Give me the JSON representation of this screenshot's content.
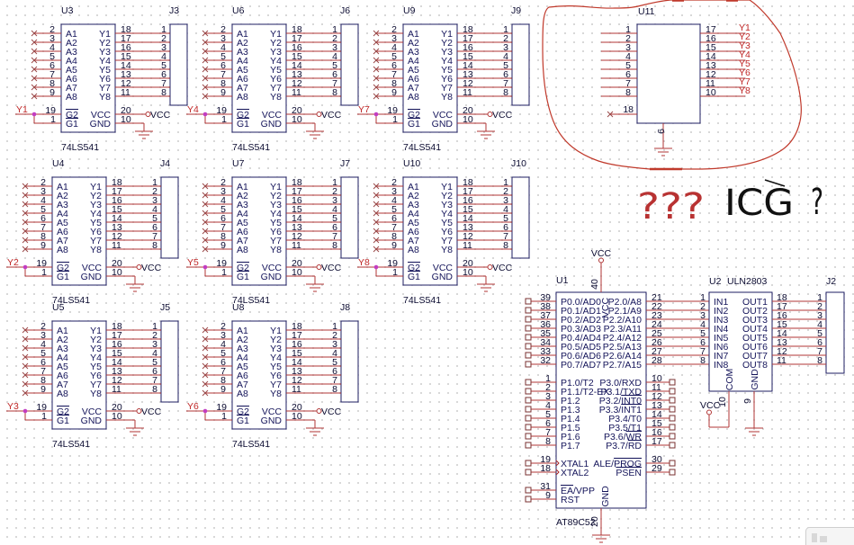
{
  "document": {
    "kind": "schematic-sheet"
  },
  "colors": {
    "wire": "#b03434",
    "component_outline": "#1c1c62",
    "net_label": "#c02828",
    "junction": "#c23cc2",
    "annotation_red": "#c0392b",
    "annotation_black": "#111111"
  },
  "buffer_part": {
    "part_name": "74LS541",
    "inputs": [
      {
        "pin": "2",
        "name": "A1"
      },
      {
        "pin": "3",
        "name": "A2"
      },
      {
        "pin": "4",
        "name": "A3"
      },
      {
        "pin": "5",
        "name": "A4"
      },
      {
        "pin": "6",
        "name": "A5"
      },
      {
        "pin": "7",
        "name": "A6"
      },
      {
        "pin": "8",
        "name": "A7"
      },
      {
        "pin": "9",
        "name": "A8"
      }
    ],
    "outputs": [
      {
        "pin": "18",
        "name": "Y1"
      },
      {
        "pin": "17",
        "name": "Y2"
      },
      {
        "pin": "16",
        "name": "Y3"
      },
      {
        "pin": "15",
        "name": "Y4"
      },
      {
        "pin": "14",
        "name": "Y5"
      },
      {
        "pin": "13",
        "name": "Y6"
      },
      {
        "pin": "12",
        "name": "Y7"
      },
      {
        "pin": "11",
        "name": "Y8"
      }
    ],
    "enables": [
      {
        "pin": "19",
        "name_parts": [
          {
            "text": "G2",
            "overbar": true
          }
        ]
      },
      {
        "pin": "1",
        "name_parts": [
          {
            "text": "G1",
            "overbar": true
          }
        ]
      }
    ],
    "vcc": {
      "pin": "20",
      "name": "VCC"
    },
    "gnd": {
      "pin": "10",
      "name": "GND"
    },
    "power_port": "VCC",
    "connector_pins": [
      "1",
      "2",
      "3",
      "4",
      "5",
      "6",
      "7",
      "8"
    ]
  },
  "buffers": [
    {
      "ref": "U3",
      "connector": "J3",
      "enable_net": "Y1"
    },
    {
      "ref": "U6",
      "connector": "J6",
      "enable_net": "Y4"
    },
    {
      "ref": "U9",
      "connector": "J9",
      "enable_net": "Y7"
    },
    {
      "ref": "U4",
      "connector": "J4",
      "enable_net": "Y2"
    },
    {
      "ref": "U7",
      "connector": "J7",
      "enable_net": "Y5"
    },
    {
      "ref": "U10",
      "connector": "J10",
      "enable_net": "Y8"
    },
    {
      "ref": "U5",
      "connector": "J5",
      "enable_net": "Y3"
    },
    {
      "ref": "U8",
      "connector": "J8",
      "enable_net": "Y6"
    }
  ],
  "decoder": {
    "ref": "U11",
    "left_pins": [
      "1",
      "2",
      "3",
      "4",
      "5",
      "6",
      "7",
      "8"
    ],
    "nc_pin": "18",
    "right_pins": [
      "17",
      "16",
      "15",
      "14",
      "13",
      "12",
      "11",
      "10"
    ],
    "right_nets": [
      "Y1",
      "Y2",
      "Y3",
      "Y4",
      "Y5",
      "Y6",
      "Y7",
      "Y8"
    ],
    "gnd_pin": "9"
  },
  "mcu": {
    "ref": "U1",
    "part_name": "AT89C52",
    "power_port": "VCC",
    "vcc_pin": "40",
    "vcc_name": "VCC",
    "gnd_pin": "20",
    "gnd_name": "GND",
    "port0": [
      {
        "pin": "39",
        "name": "P0.0/AD0"
      },
      {
        "pin": "38",
        "name": "P0.1/AD1"
      },
      {
        "pin": "37",
        "name": "P0.2/AD2"
      },
      {
        "pin": "36",
        "name": "P0.3/AD3"
      },
      {
        "pin": "35",
        "name": "P0.4/AD4"
      },
      {
        "pin": "34",
        "name": "P0.5/AD5"
      },
      {
        "pin": "33",
        "name": "P0.6/AD6"
      },
      {
        "pin": "32",
        "name": "P0.7/AD7"
      }
    ],
    "port1": [
      {
        "pin": "1",
        "name": "P1.0/T2"
      },
      {
        "pin": "2",
        "name": "P1.1/T2-EX"
      },
      {
        "pin": "3",
        "name": "P1.2"
      },
      {
        "pin": "4",
        "name": "P1.3"
      },
      {
        "pin": "5",
        "name": "P1.4"
      },
      {
        "pin": "6",
        "name": "P1.5"
      },
      {
        "pin": "7",
        "name": "P1.6"
      },
      {
        "pin": "8",
        "name": "P1.7"
      }
    ],
    "xtal": [
      {
        "pin": "19",
        "name": "XTAL1"
      },
      {
        "pin": "18",
        "name": "XTAL2"
      }
    ],
    "control": [
      {
        "pin": "31",
        "name_parts": [
          {
            "text": "EA",
            "overbar": true
          },
          {
            "text": "/VPP"
          }
        ]
      },
      {
        "pin": "9",
        "name_parts": [
          {
            "text": "RST"
          }
        ]
      }
    ],
    "port2": [
      {
        "pin": "21",
        "name": "P2.0/A8"
      },
      {
        "pin": "22",
        "name": "P2.1/A9"
      },
      {
        "pin": "23",
        "name": "P2.2/A10"
      },
      {
        "pin": "24",
        "name": "P2.3/A11"
      },
      {
        "pin": "25",
        "name": "P2.4/A12"
      },
      {
        "pin": "26",
        "name": "P2.5/A13"
      },
      {
        "pin": "27",
        "name": "P2.6/A14"
      },
      {
        "pin": "28",
        "name": "P2.7/A15"
      }
    ],
    "port3": [
      {
        "pin": "10",
        "name_parts": [
          {
            "text": "P3.0/RXD"
          }
        ]
      },
      {
        "pin": "11",
        "name_parts": [
          {
            "text": "P3.1/TXD"
          }
        ]
      },
      {
        "pin": "12",
        "name_parts": [
          {
            "text": "P3.2/"
          },
          {
            "text": "INT0",
            "overbar": true
          }
        ]
      },
      {
        "pin": "13",
        "name_parts": [
          {
            "text": "P3.3/"
          },
          {
            "text": "INT1",
            "overbar": true
          }
        ]
      },
      {
        "pin": "14",
        "name_parts": [
          {
            "text": "P3.4/T0"
          }
        ]
      },
      {
        "pin": "15",
        "name_parts": [
          {
            "text": "P3.5/T1"
          }
        ]
      },
      {
        "pin": "16",
        "name_parts": [
          {
            "text": "P3.6/"
          },
          {
            "text": "WR",
            "overbar": true
          }
        ]
      },
      {
        "pin": "17",
        "name_parts": [
          {
            "text": "P3.7/"
          },
          {
            "text": "RD",
            "overbar": true
          }
        ]
      }
    ],
    "strobe": [
      {
        "pin": "30",
        "name_parts": [
          {
            "text": "ALE/"
          },
          {
            "text": "PROG",
            "overbar": true
          }
        ]
      },
      {
        "pin": "29",
        "name_parts": [
          {
            "text": "PSEN",
            "overbar": true
          }
        ]
      }
    ]
  },
  "driver": {
    "ref": "U2",
    "part_name": "ULN2803",
    "inputs": [
      {
        "pin": "1",
        "name": "IN1"
      },
      {
        "pin": "2",
        "name": "IN2"
      },
      {
        "pin": "3",
        "name": "IN3"
      },
      {
        "pin": "4",
        "name": "IN4"
      },
      {
        "pin": "5",
        "name": "IN5"
      },
      {
        "pin": "6",
        "name": "IN6"
      },
      {
        "pin": "7",
        "name": "IN7"
      },
      {
        "pin": "8",
        "name": "IN8"
      }
    ],
    "outputs": [
      {
        "pin": "18",
        "name": "OUT1"
      },
      {
        "pin": "17",
        "name": "OUT2"
      },
      {
        "pin": "16",
        "name": "OUT3"
      },
      {
        "pin": "15",
        "name": "OUT4"
      },
      {
        "pin": "14",
        "name": "OUT5"
      },
      {
        "pin": "13",
        "name": "OUT6"
      },
      {
        "pin": "12",
        "name": "OUT7"
      },
      {
        "pin": "11",
        "name": "OUT8"
      }
    ],
    "com": {
      "pin": "10",
      "name": "COM"
    },
    "gnd": {
      "pin": "9",
      "name": "GND"
    },
    "power_port": "VCC",
    "connector": "J2",
    "connector_pins": [
      "1",
      "2",
      "3",
      "4",
      "5",
      "6",
      "7",
      "8"
    ]
  },
  "annotation": {
    "question_marks": "???",
    "note": "ICG",
    "note_end": "?"
  }
}
